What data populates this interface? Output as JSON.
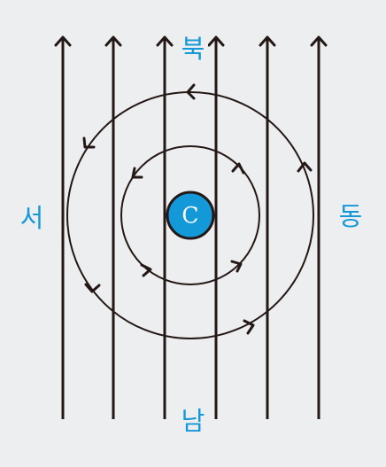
{
  "labels": {
    "north": "북",
    "south": "남",
    "west": "서",
    "east": "동",
    "center": "C"
  },
  "colors": {
    "background": "#edeeef",
    "line": "#231815",
    "accent": "#1398d8"
  },
  "icons": {
    "up_arrow": "arrow-up-icon",
    "curve_arrow": "curved-arrow-icon"
  }
}
